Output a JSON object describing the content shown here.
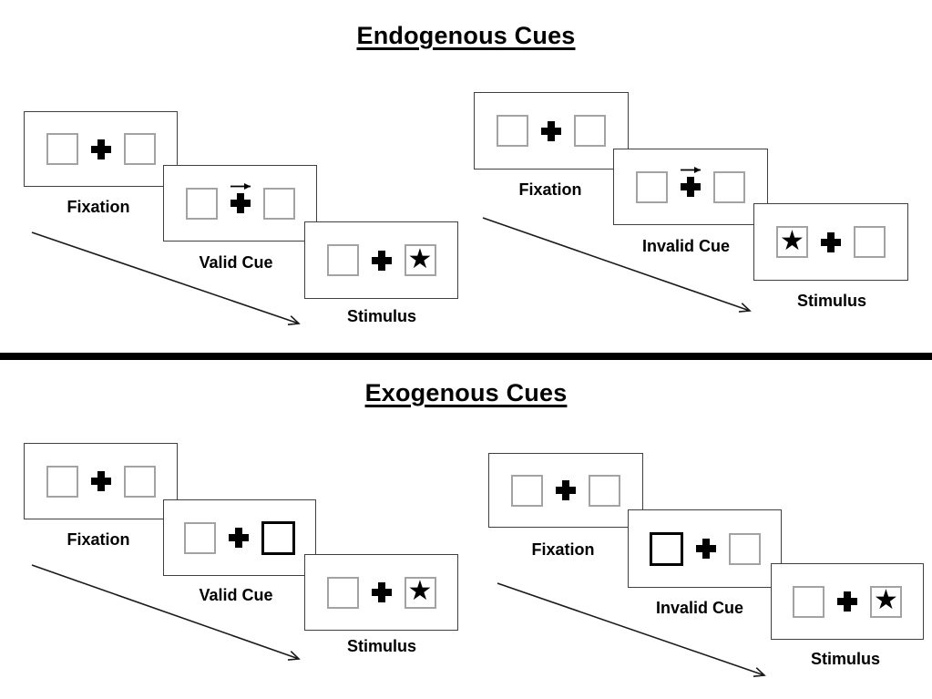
{
  "sections": [
    {
      "title": "Endogenous Cues",
      "sequences": [
        {
          "variant": "valid",
          "panels": {
            "fixation": {
              "label": "Fixation"
            },
            "cue": {
              "label": "Valid Cue",
              "cue_style": "central-arrow-right"
            },
            "stimulus": {
              "label": "Stimulus",
              "star_side": "right"
            }
          }
        },
        {
          "variant": "invalid",
          "panels": {
            "fixation": {
              "label": "Fixation"
            },
            "cue": {
              "label": "Invalid Cue",
              "cue_style": "central-arrow-right"
            },
            "stimulus": {
              "label": "Stimulus",
              "star_side": "left"
            }
          }
        }
      ]
    },
    {
      "title": "Exogenous Cues",
      "sequences": [
        {
          "variant": "valid",
          "panels": {
            "fixation": {
              "label": "Fixation"
            },
            "cue": {
              "label": "Valid Cue",
              "cue_style": "peripheral-bold-box-right"
            },
            "stimulus": {
              "label": "Stimulus",
              "star_side": "right"
            }
          }
        },
        {
          "variant": "invalid",
          "panels": {
            "fixation": {
              "label": "Fixation"
            },
            "cue": {
              "label": "Invalid Cue",
              "cue_style": "peripheral-bold-box-left"
            },
            "stimulus": {
              "label": "Stimulus",
              "star_side": "right"
            }
          }
        }
      ]
    }
  ],
  "glyphs": {
    "star": "★"
  },
  "colors": {
    "ink": "#000000",
    "panel_border": "#404040",
    "box_border": "#a3a3a3",
    "divider": "#000000",
    "background": "#ffffff"
  }
}
